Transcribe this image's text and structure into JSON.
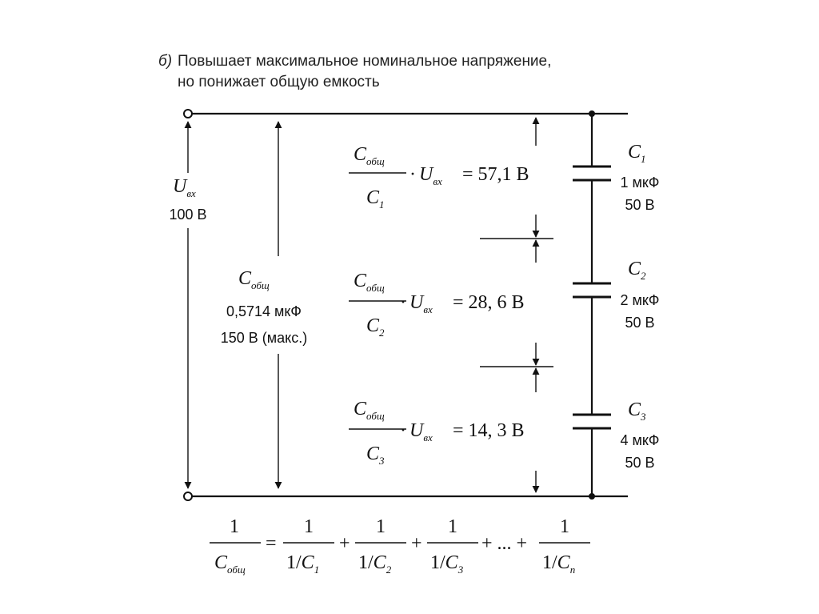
{
  "header": {
    "marker": "б)",
    "line1": "Повышает максимальное номинальное напряжение,",
    "line2": "но понижает общую емкость"
  },
  "input": {
    "symbol": "U",
    "symbol_sub": "вх",
    "voltage": "100 В"
  },
  "total": {
    "symbol": "C",
    "symbol_sub": "общ",
    "capacitance": "0,5714 мкФ",
    "max_voltage": "150 В (макс.)"
  },
  "capacitors": [
    {
      "symbol": "C",
      "index": "1",
      "capacitance": "1 мкФ",
      "rating": "50 В",
      "result": "= 57,1 В"
    },
    {
      "symbol": "C",
      "index": "2",
      "capacitance": "2 мкФ",
      "rating": "50 В",
      "result": "= 28, 6 В"
    },
    {
      "symbol": "C",
      "index": "3",
      "capacitance": "4 мкФ",
      "rating": "50 В",
      "result": "= 14, 3 В"
    }
  ],
  "formula": {
    "one": "1",
    "lhs_den": "C",
    "lhs_den_sub": "общ",
    "eq": "=",
    "plus": "+",
    "ellipsis": "+ ... +",
    "den_prefix": "1/",
    "den_symbol": "C",
    "den_subs": [
      "1",
      "2",
      "3",
      "n"
    ]
  }
}
